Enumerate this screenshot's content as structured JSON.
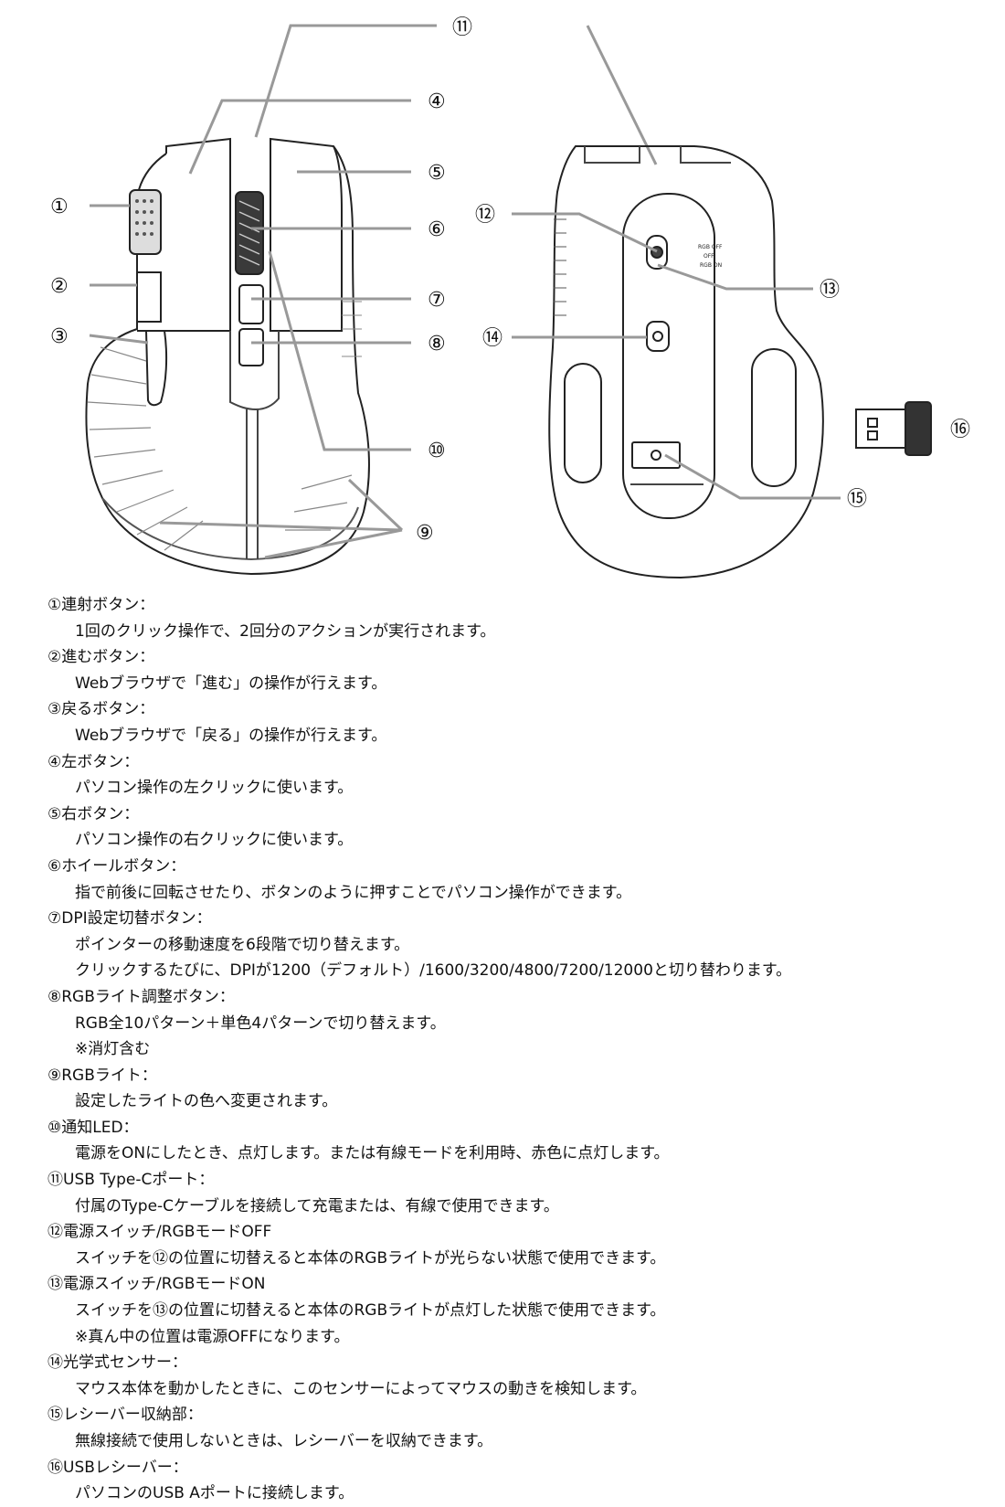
{
  "callouts": {
    "c1": "①",
    "c2": "②",
    "c3": "③",
    "c4": "④",
    "c5": "⑤",
    "c6": "⑥",
    "c7": "⑦",
    "c8": "⑧",
    "c9": "⑨",
    "c10": "⑩",
    "c11": "⑪",
    "c12": "⑫",
    "c13": "⑬",
    "c14": "⑭",
    "c15": "⑮",
    "c16": "⑯"
  },
  "switch_labels": {
    "rgb_off": "RGB OFF",
    "off": "OFF",
    "rgb_on": "RGB ON"
  },
  "items": [
    {
      "title": "①連射ボタン：",
      "lines": [
        "1回のクリック操作で、2回分のアクションが実行されます。"
      ]
    },
    {
      "title": "②進むボタン：",
      "lines": [
        "Webブラウザで「進む」の操作が行えます。"
      ]
    },
    {
      "title": "③戻るボタン：",
      "lines": [
        "Webブラウザで「戻る」の操作が行えます。"
      ]
    },
    {
      "title": "④左ボタン：",
      "lines": [
        "パソコン操作の左クリックに使います。"
      ]
    },
    {
      "title": "⑤右ボタン：",
      "lines": [
        "パソコン操作の右クリックに使います。"
      ]
    },
    {
      "title": "⑥ホイールボタン：",
      "lines": [
        "指で前後に回転させたり、ボタンのように押すことでパソコン操作ができます。"
      ]
    },
    {
      "title": "⑦DPI設定切替ボタン：",
      "lines": [
        "ポインターの移動速度を6段階で切り替えます。",
        "クリックするたびに、DPIが1200（デフォルト）/1600/3200/4800/7200/12000と切り替わります。"
      ]
    },
    {
      "title": "⑧RGBライト調整ボタン：",
      "lines": [
        "RGB全10パターン＋単色4パターンで切り替えます。",
        "※消灯含む"
      ]
    },
    {
      "title": "⑨RGBライト：",
      "lines": [
        "設定したライトの色へ変更されます。"
      ]
    },
    {
      "title": "⑩通知LED：",
      "lines": [
        "電源をONにしたとき、点灯します。または有線モードを利用時、赤色に点灯します。"
      ]
    },
    {
      "title": "⑪USB Type-Cポート：",
      "lines": [
        "付属のType-Cケーブルを接続して充電または、有線で使用できます。"
      ]
    },
    {
      "title": "⑫電源スイッチ/RGBモードOFF",
      "lines": [
        "スイッチを⑫の位置に切替えると本体のRGBライトが光らない状態で使用できます。"
      ]
    },
    {
      "title": "⑬電源スイッチ/RGBモードON",
      "lines": [
        "スイッチを⑬の位置に切替えると本体のRGBライトが点灯した状態で使用できます。",
        "※真ん中の位置は電源OFFになります。"
      ]
    },
    {
      "title": "⑭光学式センサー：",
      "lines": [
        "マウス本体を動かしたときに、このセンサーによってマウスの動きを検知します。"
      ]
    },
    {
      "title": "⑮レシーバー収納部：",
      "lines": [
        "無線接続で使用しないときは、レシーバーを収納できます。"
      ]
    },
    {
      "title": "⑯USBレシーバー：",
      "lines": [
        "パソコンのUSB Aポートに接続します。"
      ]
    }
  ]
}
